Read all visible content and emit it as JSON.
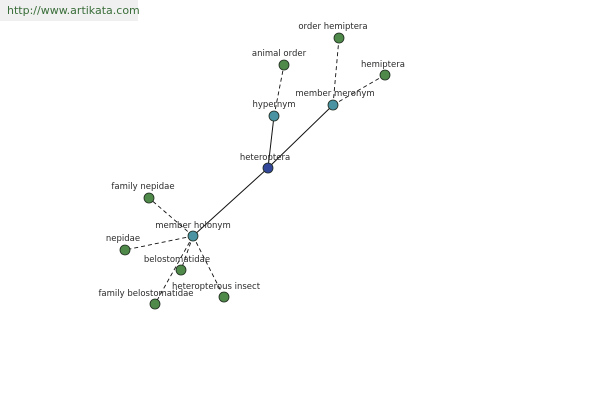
{
  "watermark": {
    "url": "http://www.artikata.com"
  },
  "colors": {
    "center": "#33479a",
    "relation": "#4a93a3",
    "leaf": "#4f8a4a",
    "edge": "#111111"
  },
  "graph": {
    "nodes": [
      {
        "id": "heteroptera",
        "label": "heteroptera",
        "kind": "center"
      },
      {
        "id": "hypernym",
        "label": "hypernym",
        "kind": "relation"
      },
      {
        "id": "member-meronym",
        "label": "member meronym",
        "kind": "relation"
      },
      {
        "id": "member-holonym",
        "label": "member holonym",
        "kind": "relation"
      },
      {
        "id": "animal-order",
        "label": "animal order",
        "kind": "leaf"
      },
      {
        "id": "order-hemiptera",
        "label": "order hemiptera",
        "kind": "leaf"
      },
      {
        "id": "hemiptera",
        "label": "hemiptera",
        "kind": "leaf"
      },
      {
        "id": "family-nepidae",
        "label": "family nepidae",
        "kind": "leaf"
      },
      {
        "id": "nepidae",
        "label": "nepidae",
        "kind": "leaf"
      },
      {
        "id": "belostomatidae",
        "label": "belostomatidae",
        "kind": "leaf"
      },
      {
        "id": "heteropterous-insect",
        "label": "heteropterous insect",
        "kind": "leaf"
      },
      {
        "id": "family-belostomatidae",
        "label": "family belostomatidae",
        "kind": "leaf"
      }
    ],
    "edges": [
      {
        "from": "heteroptera",
        "to": "hypernym",
        "style": "solid"
      },
      {
        "from": "heteroptera",
        "to": "member-meronym",
        "style": "solid"
      },
      {
        "from": "heteroptera",
        "to": "member-holonym",
        "style": "solid"
      },
      {
        "from": "hypernym",
        "to": "animal-order",
        "style": "dashed"
      },
      {
        "from": "member-meronym",
        "to": "order-hemiptera",
        "style": "dashed"
      },
      {
        "from": "member-meronym",
        "to": "hemiptera",
        "style": "dashed"
      },
      {
        "from": "member-holonym",
        "to": "family-nepidae",
        "style": "dashed"
      },
      {
        "from": "member-holonym",
        "to": "nepidae",
        "style": "dashed"
      },
      {
        "from": "member-holonym",
        "to": "belostomatidae",
        "style": "dashed"
      },
      {
        "from": "member-holonym",
        "to": "heteropterous-insect",
        "style": "dashed"
      },
      {
        "from": "member-holonym",
        "to": "family-belostomatidae",
        "style": "dashed"
      }
    ]
  }
}
